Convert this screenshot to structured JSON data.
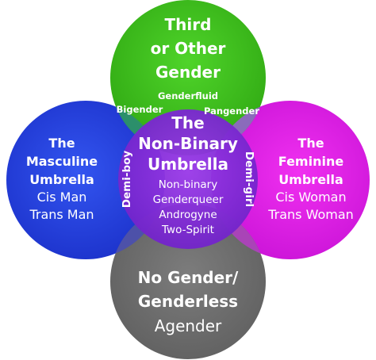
{
  "colors": {
    "green": "#3ec21e",
    "blue": "#1f3fe0",
    "magenta": "#e01fe8",
    "gray": "#707070",
    "center": "#8a2bd6",
    "text": "#ffffff"
  },
  "top_circle": {
    "title_lines": [
      "Third",
      "or Other",
      "Gender"
    ],
    "items": [
      "Genderfluid",
      "Bigender",
      "Pangender"
    ]
  },
  "left_circle": {
    "title_lines": [
      "The",
      "Masculine",
      "Umbrella"
    ],
    "items": [
      "Cis Man",
      "Trans Man"
    ]
  },
  "right_circle": {
    "title_lines": [
      "The",
      "Feminine",
      "Umbrella"
    ],
    "items": [
      "Cis Woman",
      "Trans Woman"
    ]
  },
  "bottom_circle": {
    "title_lines": [
      "No Gender/",
      "Genderless"
    ],
    "items": [
      "Agender"
    ]
  },
  "center": {
    "title_lines": [
      "The",
      "Non-Binary",
      "Umbrella"
    ],
    "items": [
      "Non-binary",
      "Genderqueer",
      "Androgyne",
      "Two-Spirit"
    ],
    "left_side": "Demi-boy",
    "right_side": "Demi-girl"
  }
}
